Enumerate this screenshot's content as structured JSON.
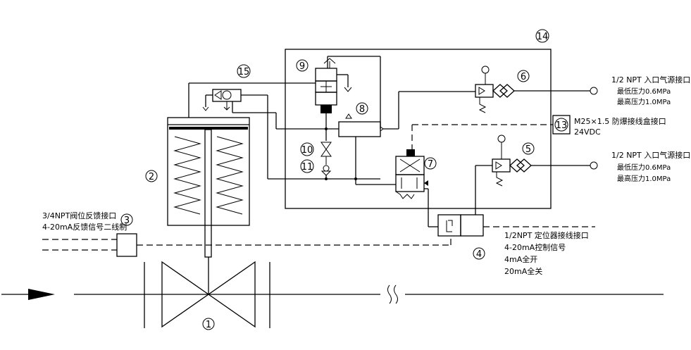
{
  "callouts": {
    "n1": "1",
    "n2": "2",
    "n3": "3",
    "n4": "4",
    "n5": "5",
    "n6": "6",
    "n7": "7",
    "n8": "8",
    "n9": "9",
    "n10": "10",
    "n11": "11",
    "n13": "13",
    "n14": "14",
    "n15": "15"
  },
  "labels": {
    "air_inlet_top": {
      "line1": "1/2 NPT 入口气源接口",
      "line2": "最低压力0.6MPa",
      "line3": "最高压力1.0MPa"
    },
    "air_inlet_mid": {
      "line1": "1/2 NPT 入口气源接口",
      "line2": "最低压力0.6MPa",
      "line3": "最高压力1.0MPa"
    },
    "explosion_proof": {
      "line1": "M25×1.5 防爆接线盒接口",
      "line2": "24VDC"
    },
    "feedback": {
      "line1": "3/4NPT阀位反馈接口",
      "line2": "4-20mA反馈信号二线制"
    },
    "positioner": {
      "line1": "1/2NPT 定位器接线接口",
      "line2": "4-20mA控制信号",
      "line3": "4mA全开",
      "line4": "20mA全关"
    }
  }
}
